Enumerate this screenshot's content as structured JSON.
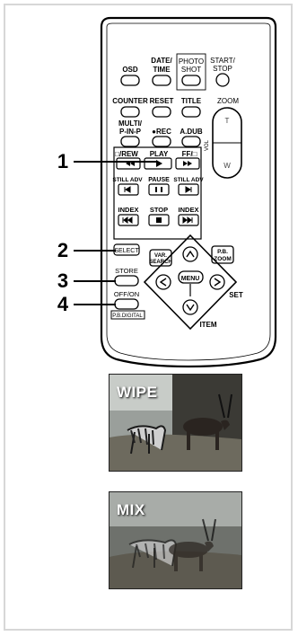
{
  "remote": {
    "buttons": {
      "osd": "OSD",
      "date_time": [
        "DATE/",
        "TIME"
      ],
      "photo_shot": [
        "PHOTO",
        "SHOT"
      ],
      "start_stop": [
        "START/",
        "STOP"
      ],
      "counter_reset": "COUNTER",
      "reset": "RESET",
      "title": "TITLE",
      "zoom": "ZOOM",
      "zoom_t": "T",
      "zoom_w": "W",
      "vol": "VOL",
      "multi_pinp": [
        "MULTI/",
        "P-IN-P"
      ],
      "rec": "●REC",
      "a_dub": "A.DUB",
      "rew": "□/REW",
      "play": "PLAY",
      "ff": "FF/□",
      "still_adv_left": "STILL ADV",
      "pause": "PAUSE",
      "still_adv_right": "STILL ADV",
      "index_left": "INDEX",
      "stop": "STOP",
      "index_right": "INDEX",
      "select": "SELECT",
      "var_search": [
        "VAR.",
        "SEARCH"
      ],
      "pb_zoom": [
        "P.B.",
        "ZOOM"
      ],
      "store": "STORE",
      "menu": "MENU",
      "set": "SET",
      "item": "ITEM",
      "off_on": "OFF/ON",
      "pb_digital": "P.B.DIGITAL"
    },
    "callouts": [
      "1",
      "2",
      "3",
      "4"
    ]
  },
  "photos": {
    "wipe": {
      "caption": "WIPE"
    },
    "mix": {
      "caption": "MIX"
    }
  }
}
